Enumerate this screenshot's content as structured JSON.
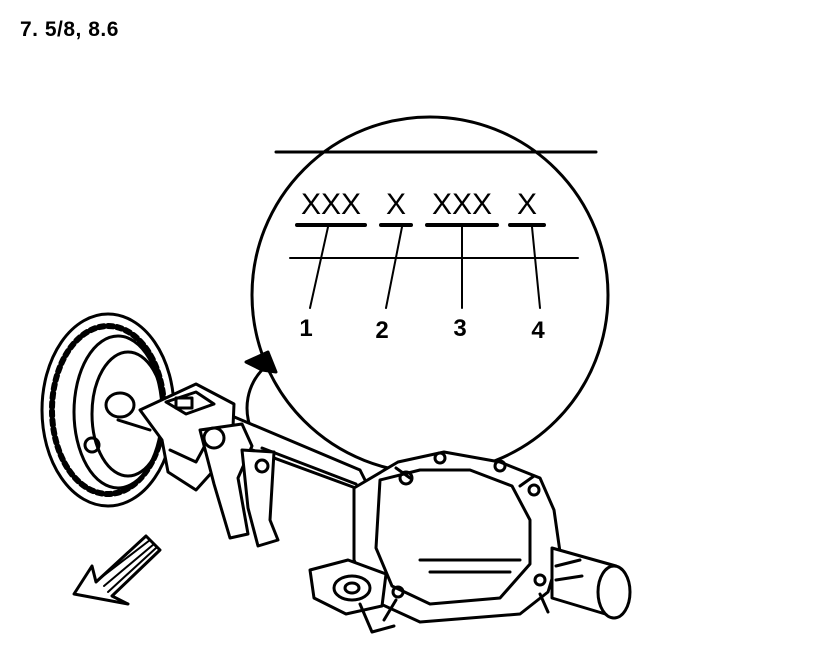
{
  "title": "7. 5/8, 8.6",
  "code_segments": [
    "XXX",
    "X",
    "XXX",
    "X"
  ],
  "callouts": [
    "1",
    "2",
    "3",
    "4"
  ],
  "colors": {
    "ink": "#000000",
    "paper": "#ffffff"
  }
}
